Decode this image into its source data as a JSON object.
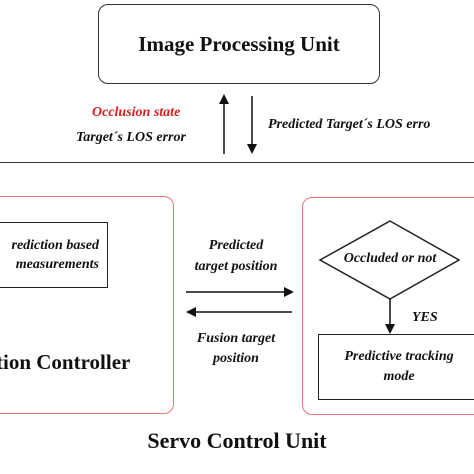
{
  "image_processing_unit": {
    "title": "Image Processing Unit"
  },
  "upward_labels": {
    "occlusion_state": "Occlusion state",
    "los_error": "Target´s LOS error"
  },
  "downward_label": "Predicted Target´s LOS erro",
  "left_panel": {
    "prediction_line1": "rediction based",
    "prediction_line2": "measurements",
    "controller_label": "tion Controller"
  },
  "middle_labels": {
    "predicted_line1": "Predicted",
    "predicted_line2": "target position",
    "fusion_line1": "Fusion target",
    "fusion_line2": "position"
  },
  "right_panel": {
    "decision": "Occluded or not",
    "yes_label": "YES",
    "mode_line1": "Predictive tracking",
    "mode_line2": "mode"
  },
  "servo_title": "Servo Control Unit",
  "colors": {
    "accent_red": "#d42020",
    "panel_border": "#e07a7a"
  }
}
